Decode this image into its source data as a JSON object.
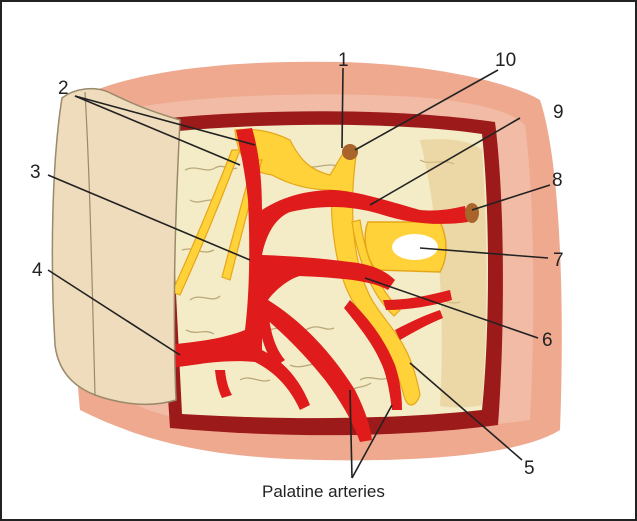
{
  "caption": "Palatine arteries",
  "labels": [
    "1",
    "2",
    "3",
    "4",
    "5",
    "6",
    "7",
    "8",
    "9",
    "10"
  ],
  "colors": {
    "frame": "#222222",
    "mucosa": "#eea98f",
    "mucosa_inner": "#f2bba5",
    "rim": "#9c1a1a",
    "bone": "#f4ecc7",
    "flap": "#efdcbc",
    "artery": "#e01b1b",
    "nerve": "#ffd23a",
    "nerve_edge": "#e6a619",
    "foramen": "#ffffff"
  }
}
